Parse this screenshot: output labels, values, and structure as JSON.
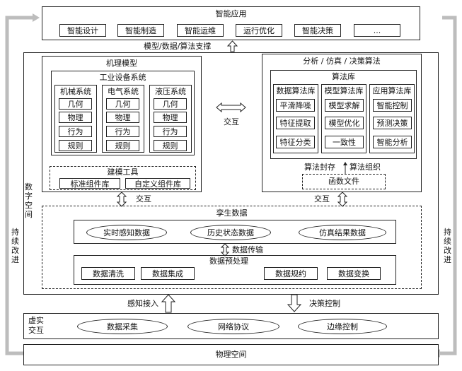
{
  "top": {
    "title": "智能应用",
    "items": [
      "智能设计",
      "智能制造",
      "智能运维",
      "运行优化",
      "智能决策",
      "..."
    ]
  },
  "support_label": "模型/数据/算法支撑",
  "digital_space_label": "数字空间",
  "continuous_improve": "持续改进",
  "mechanism": {
    "title": "机理模型",
    "industrial": {
      "title": "工业设备系统",
      "systems": [
        {
          "name": "机械系统",
          "items": [
            "几何",
            "物理",
            "行为",
            "规则"
          ]
        },
        {
          "name": "电气系统",
          "items": [
            "几何",
            "物理",
            "行为",
            "规则"
          ]
        },
        {
          "name": "液压系统",
          "items": [
            "几何",
            "物理",
            "行为",
            "规则"
          ]
        }
      ]
    },
    "tools": {
      "title": "建模工具",
      "items": [
        "标准组件库",
        "自定义组件库"
      ]
    }
  },
  "interact_mid": "交互",
  "analysis": {
    "title": "分析 / 仿真 / 决策算法",
    "lib_title": "算法库",
    "libs": [
      {
        "name": "数据算法库",
        "items": [
          "平滑降噪",
          "特征提取",
          "特征分类"
        ]
      },
      {
        "name": "模型算法库",
        "items": [
          "模型求解",
          "模型优化",
          "一致性"
        ]
      },
      {
        "name": "应用算法库",
        "items": [
          "智能控制",
          "预测决策",
          "智能分析"
        ]
      }
    ],
    "encap": "算法封存",
    "organize": "算法组织",
    "func_file": "函数文件"
  },
  "interact_left": "交互",
  "interact_right": "交互",
  "twin": {
    "title": "孪生数据",
    "data": [
      "实时感知数据",
      "历史状态数据",
      "仿真结果数据"
    ],
    "transfer": "数据传输",
    "pre_title": "数据预处理",
    "pre": [
      "数据清洗",
      "数据集成",
      "数据规约",
      "数据变换"
    ]
  },
  "perceive": "感知接入",
  "decide": "决策控制",
  "virtual": {
    "label": "虚实交互",
    "items": [
      "数据采集",
      "网络协议",
      "边缘控制"
    ]
  },
  "physical": "物理空间"
}
